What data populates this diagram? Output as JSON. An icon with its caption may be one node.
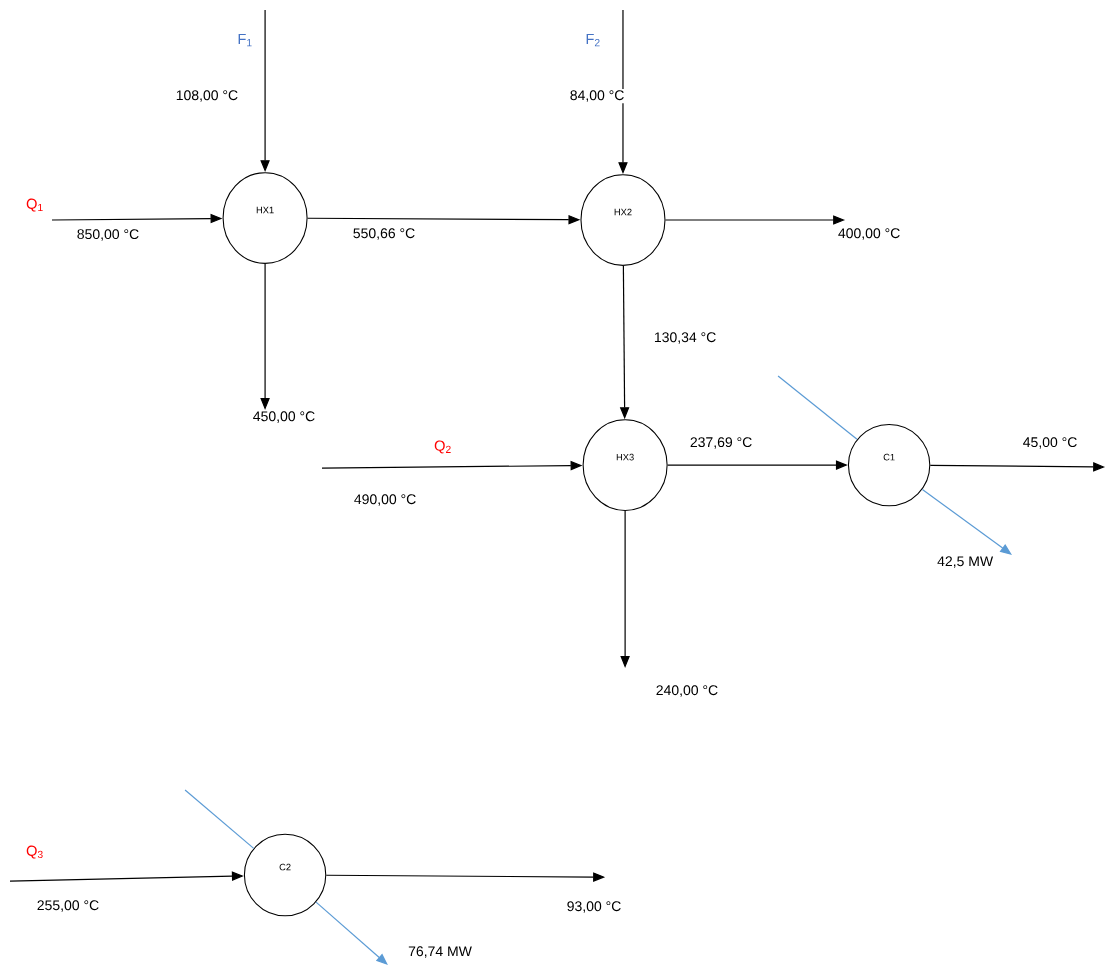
{
  "diagram": {
    "nodes": [
      {
        "text": [
          "HX1"
        ]
      },
      {
        "text": [
          "HX2"
        ]
      },
      {
        "text": [
          "HX3"
        ]
      },
      {
        "text": [
          "C1"
        ]
      },
      {
        "text": [
          "C2"
        ]
      }
    ],
    "edges": [
      {
        "from": null,
        "to": 0,
        "arrow": "to",
        "label": "850,00 °C"
      },
      {
        "from": null,
        "to": 0,
        "arrow": "to",
        "label": "108,00 °C"
      },
      {
        "from": 0,
        "to": 1,
        "arrow": "to",
        "label": "550,66 °C"
      },
      {
        "from": 0,
        "to": null,
        "arrow": "to",
        "label": "450,00 °C"
      },
      {
        "from": null,
        "to": 1,
        "arrow": "to",
        "label": "84,00 °C"
      },
      {
        "from": 1,
        "to": null,
        "arrow": "to",
        "label": "400,00 °C"
      },
      {
        "from": 1,
        "to": 2,
        "arrow": "to",
        "label": "130,34 °C"
      },
      {
        "from": null,
        "to": 2,
        "arrow": "to",
        "label": "490,00 °C"
      },
      {
        "from": 2,
        "to": 3,
        "arrow": "to",
        "label": "237,69 °C"
      },
      {
        "from": 3,
        "to": null,
        "arrow": "to",
        "label": "45,00 °C"
      },
      {
        "from": 2,
        "to": null,
        "arrow": "to",
        "label": "240,00 °C"
      },
      {
        "from": null,
        "to": 3,
        "arrow": "none",
        "color": "#5b9bd5"
      },
      {
        "from": 3,
        "to": null,
        "arrow": "to",
        "label": "42,5 MW",
        "color": "#5b9bd5"
      },
      {
        "from": null,
        "to": 4,
        "arrow": "to",
        "label": "255,00 °C"
      },
      {
        "from": 4,
        "to": null,
        "arrow": "to",
        "label": "93,00 °C"
      },
      {
        "from": null,
        "to": 4,
        "arrow": "none",
        "color": "#5b9bd5"
      },
      {
        "from": 4,
        "to": null,
        "arrow": "to",
        "label": "76,74 MW",
        "color": "#5b9bd5"
      }
    ],
    "labels": [
      "F$_{1}$",
      "F$_{2}$",
      "Q$_{1}$",
      "Q$_{2}$",
      "Q$_{3}$"
    ]
  }
}
